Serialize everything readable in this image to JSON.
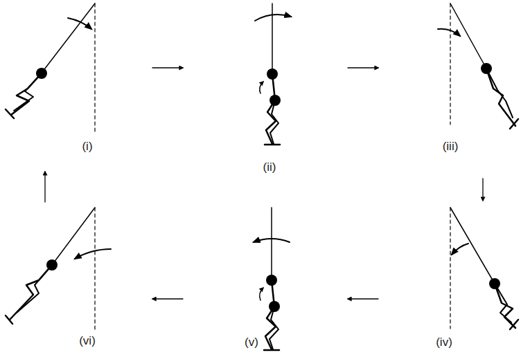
{
  "diagram": {
    "labels": [
      "(i)",
      "(ii)",
      "(iii)",
      "(iv)",
      "(v)",
      "(vi)"
    ]
  }
}
